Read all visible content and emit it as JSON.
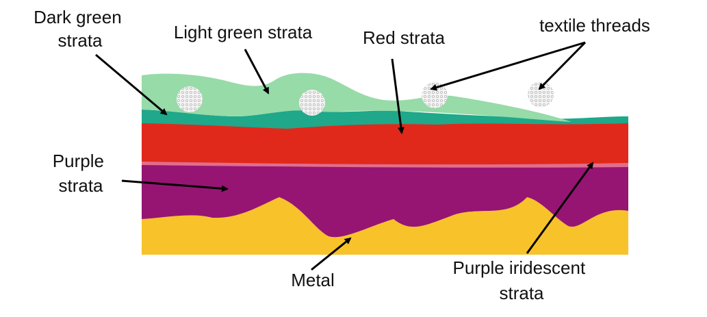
{
  "labels": {
    "dark_green": [
      "Dark green",
      "strata"
    ],
    "light_green": "Light green strata",
    "red": "Red strata",
    "textile": "textile threads",
    "purple": [
      "Purple",
      "strata"
    ],
    "metal": "Metal",
    "purple_iridescent": [
      "Purple iridescent",
      "strata"
    ]
  },
  "colors": {
    "light_green": "#97dba8",
    "dark_green": "#1fa88a",
    "red": "#e0291b",
    "purple": "#961573",
    "iridescent": "#e26d8c",
    "metal": "#f8c22a",
    "thread": "#f2f2f2",
    "arrow": "#000000"
  }
}
